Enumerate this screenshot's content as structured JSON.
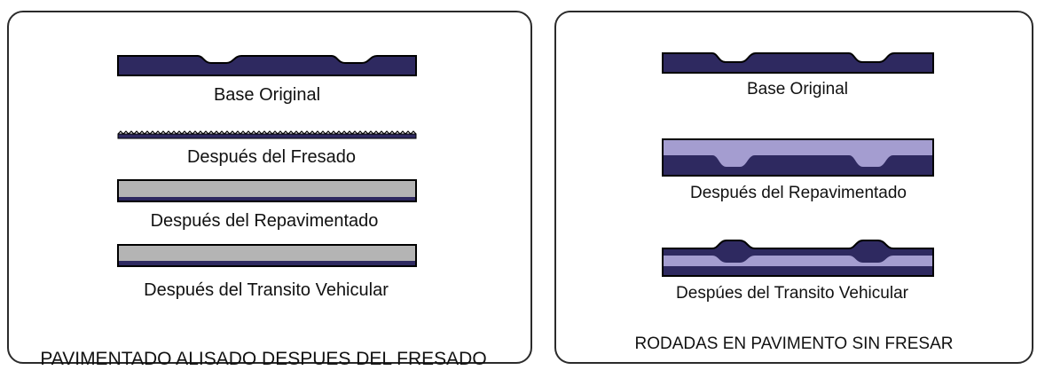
{
  "colors": {
    "base": "#2e2960",
    "overlay_gray": "#b4b4b4",
    "overlay_lavender": "#a49dd0",
    "outline": "#000000",
    "border": "#2b2b2b"
  },
  "left_panel": {
    "caption": "PAVIMENTADO ALISADO DESPUES DEL FRESADO",
    "stages": [
      {
        "label": "Base Original"
      },
      {
        "label": "Después del Fresado"
      },
      {
        "label": "Después del Repavimentado"
      },
      {
        "label": "Después del Transito Vehicular"
      }
    ]
  },
  "right_panel": {
    "caption": "RODADAS EN PAVIMENTO SIN FRESAR",
    "stages": [
      {
        "label": "Base Original"
      },
      {
        "label": "Después del Repavimentado"
      },
      {
        "label": "Despúes del Transito Vehicular"
      }
    ]
  }
}
